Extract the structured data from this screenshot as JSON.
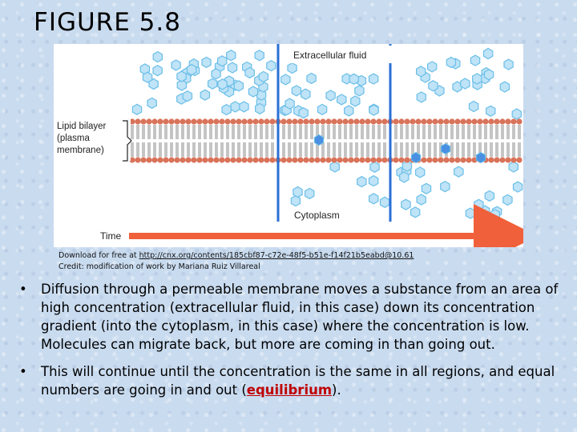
{
  "slide": {
    "title": "FIGURE 5.8"
  },
  "figure": {
    "labels": {
      "extracellular": "Extracellular fluid",
      "lipid_bilayer_line1": "Lipid bilayer",
      "lipid_bilayer_line2": "(plasma",
      "lipid_bilayer_line3": "membrane)",
      "cytoplasm": "Cytoplasm",
      "time": "Time"
    },
    "colors": {
      "molecule_fill": "#bfe3f7",
      "molecule_stroke": "#6bbfe8",
      "molecule_in_membrane": "#4a90e2",
      "lipid_head": "#d9735a",
      "lipid_tail": "#8a8a8a",
      "divider": "#2a6fd6",
      "time_arrow": "#f0603a"
    }
  },
  "caption": {
    "download_prefix": "Download for free at ",
    "download_link": "http://cnx.org/contents/185cbf87-c72e-48f5-b51e-f14f21b5eabd@10.61",
    "credit": "Credit: modification of work by Mariana Ruiz Villareal"
  },
  "bullets": {
    "b1": "Diffusion through a permeable membrane moves a substance from an area of high concentration (extracellular fluid, in this case) down its concentration gradient (into the cytoplasm, in this case) where the concentration is low.  Molecules can migrate back, but more are coming in than going out.",
    "b2_before": "This will continue until the concentration is the same in all regions, and equal numbers are going in and out (",
    "b2_emph": "equilibrium",
    "b2_after": ")."
  }
}
